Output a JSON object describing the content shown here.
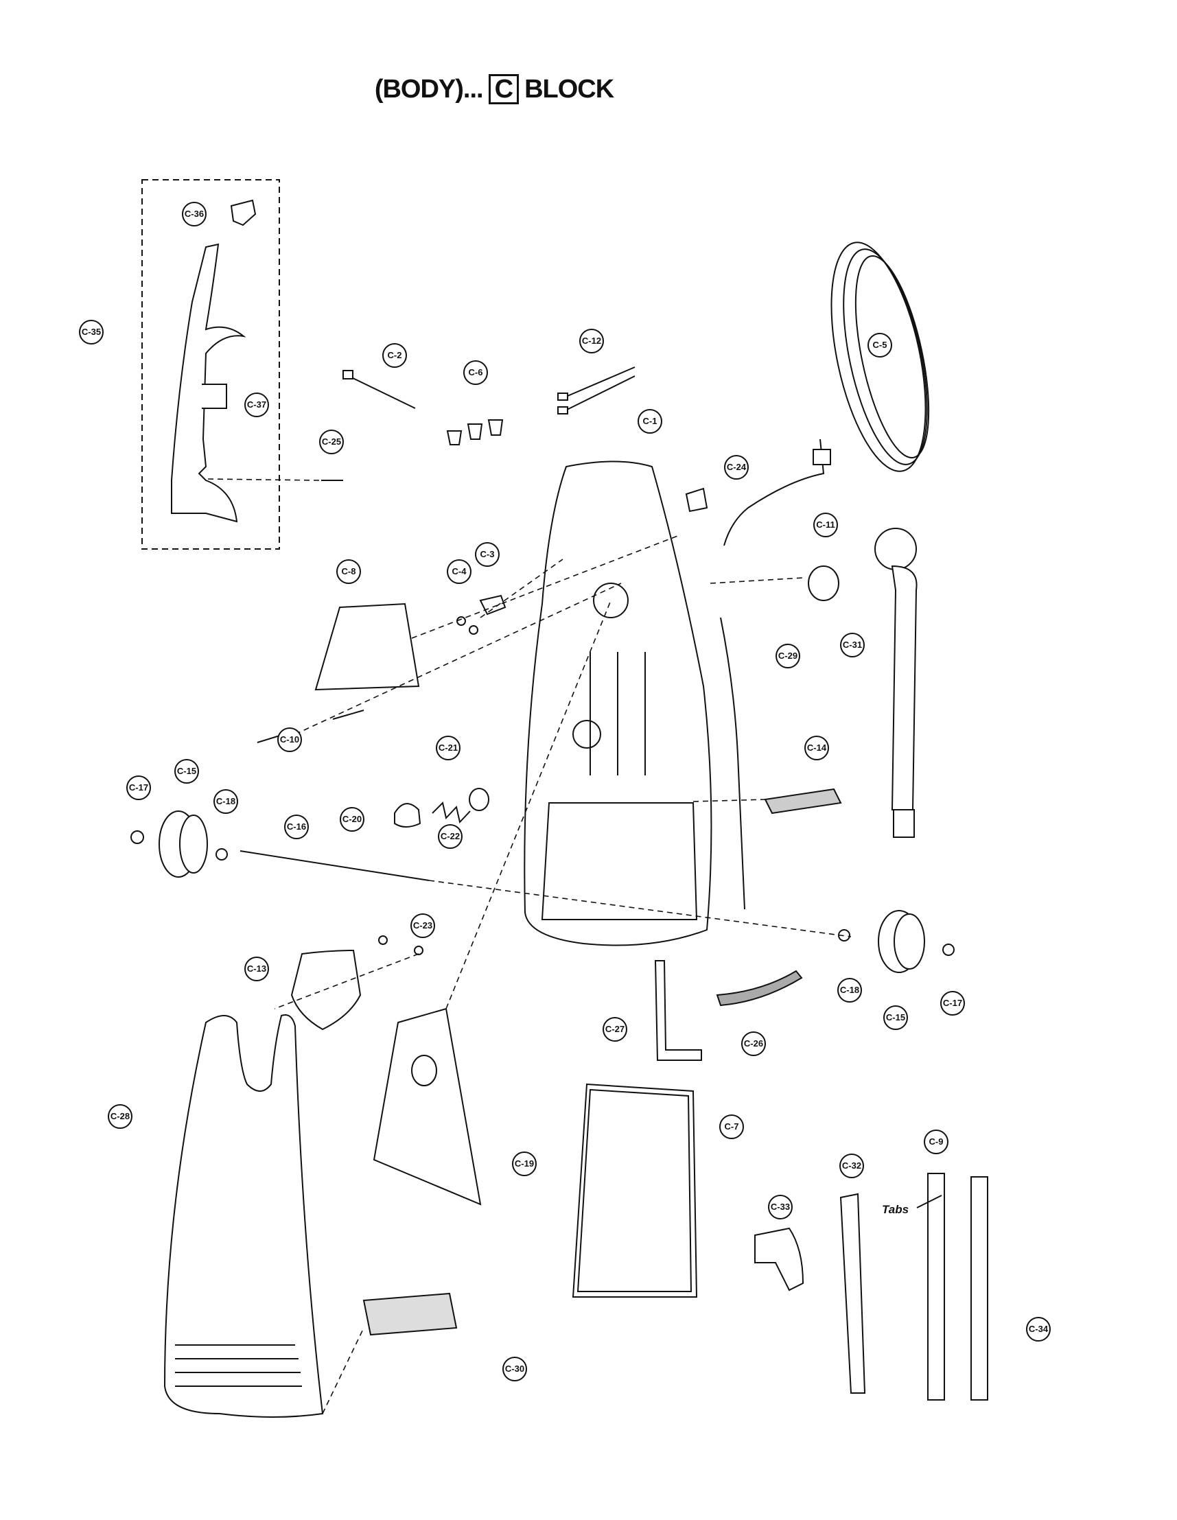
{
  "title": {
    "prefix": "(BODY)...",
    "boxed": "C",
    "suffix": "BLOCK"
  },
  "tabs_label": "Tabs",
  "callouts": [
    "C-1",
    "C-2",
    "C-3",
    "C-4",
    "C-5",
    "C-6",
    "C-7",
    "C-8",
    "C-9",
    "C-10",
    "C-11",
    "C-12",
    "C-13",
    "C-14",
    "C-15",
    "C-16",
    "C-17",
    "C-18",
    "C-19",
    "C-20",
    "C-21",
    "C-22",
    "C-23",
    "C-24",
    "C-25",
    "C-26",
    "C-27",
    "C-28",
    "C-29",
    "C-30",
    "C-31",
    "C-32",
    "C-33",
    "C-34",
    "C-35",
    "C-36",
    "C-37"
  ],
  "callout_ids": [
    "C-36",
    "C-35",
    "C-37",
    "C-25",
    "C-2",
    "C-6",
    "C-12",
    "C-5",
    "C-1",
    "C-24",
    "C-11",
    "C-31",
    "C-8",
    "C-4",
    "C-3",
    "C-29",
    "C-10",
    "C-21",
    "C-14",
    "C-17",
    "C-15",
    "C-18",
    "C-16",
    "C-20",
    "C-22",
    "C-23",
    "C-13",
    "C-18",
    "C-15",
    "C-17",
    "C-27",
    "C-26",
    "C-7",
    "C-28",
    "C-19",
    "C-9",
    "C-32",
    "C-33",
    "C-34",
    "C-30"
  ]
}
